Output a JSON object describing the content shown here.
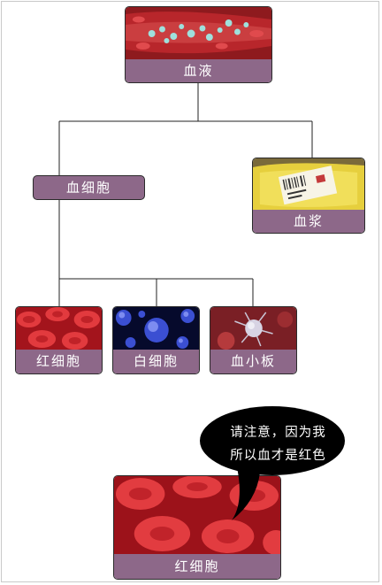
{
  "nodes": {
    "blood": "血液",
    "blood_cells": "血细胞",
    "plasma": "血浆",
    "red_cells": "红细胞",
    "white_cells": "白细胞",
    "platelets": "血小板",
    "red_cells_big": "红细胞"
  },
  "speech_bubble": {
    "line1": "请注意，因为我",
    "line2": "所以血才是红色"
  },
  "colors": {
    "label_bg": "#8d6889",
    "connector": "#222222",
    "bubble": "#000000"
  }
}
